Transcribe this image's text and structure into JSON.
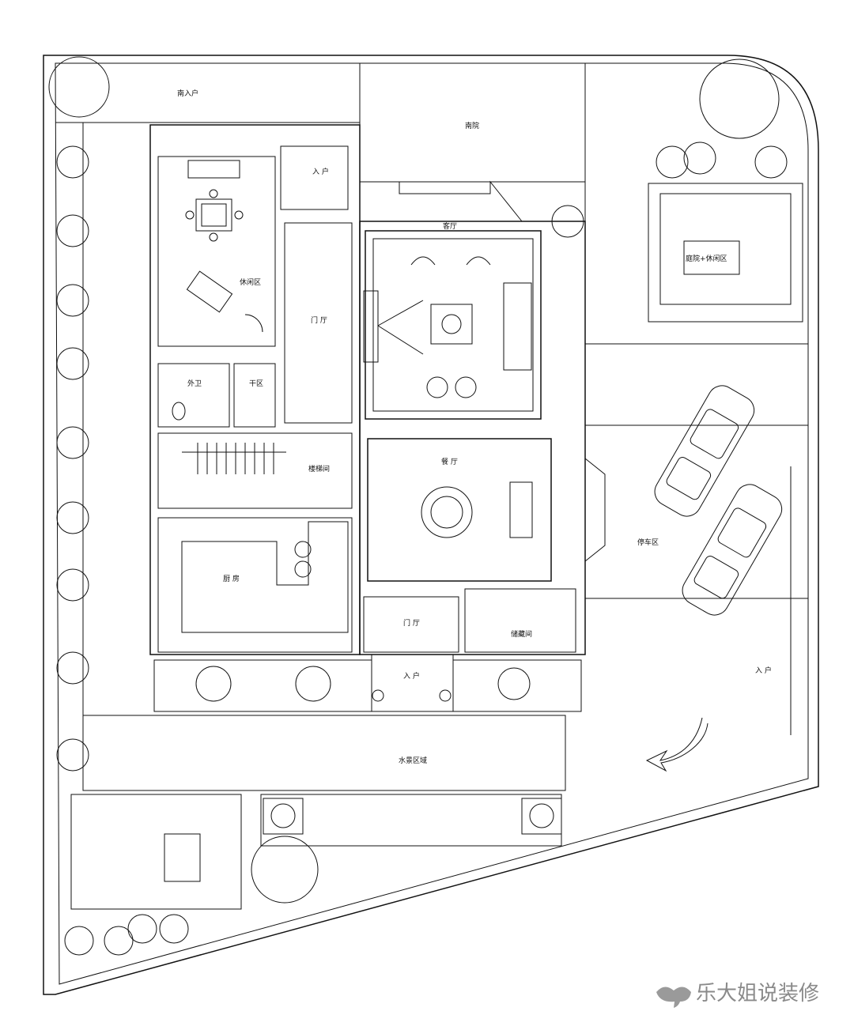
{
  "rooms": {
    "south_entry": "南入户",
    "south_yard": "南院",
    "entry_top": "入 户",
    "leisure": "休闲区",
    "living": "客厅",
    "courtyard_leisure": "庭院+休闲区",
    "foyer": "门 厅",
    "guest_wc": "外卫",
    "dry_zone": "干区",
    "stair": "楼梯间",
    "dining": "餐 厅",
    "kitchen": "厨 房",
    "vestibule": "门 厅",
    "storage": "储藏间",
    "parking": "停车区",
    "main_entry": "入 户",
    "entry_right": "入 户",
    "water_feature": "水景区域"
  },
  "watermark": "乐大姐说装修",
  "colors": {
    "line": "#111111",
    "watermark": "#8a8a8a"
  }
}
